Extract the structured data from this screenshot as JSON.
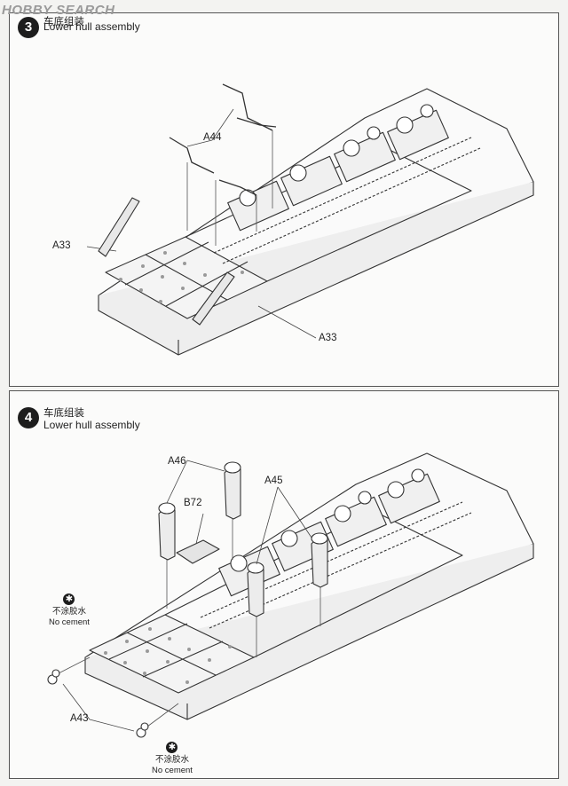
{
  "watermark": "HOBBY SEARCH",
  "steps": [
    {
      "number": "3",
      "title_cn": "车底组装",
      "title_en": "Lower hull assembly",
      "callouts": [
        "A44",
        "A33",
        "A33"
      ]
    },
    {
      "number": "4",
      "title_cn": "车底组装",
      "title_en": "Lower hull assembly",
      "callouts": [
        "A46",
        "B72",
        "A45",
        "A43"
      ],
      "no_cement": {
        "cn": "不涂胶水",
        "en": "No cement",
        "icon": "no-cement-icon"
      }
    }
  ]
}
